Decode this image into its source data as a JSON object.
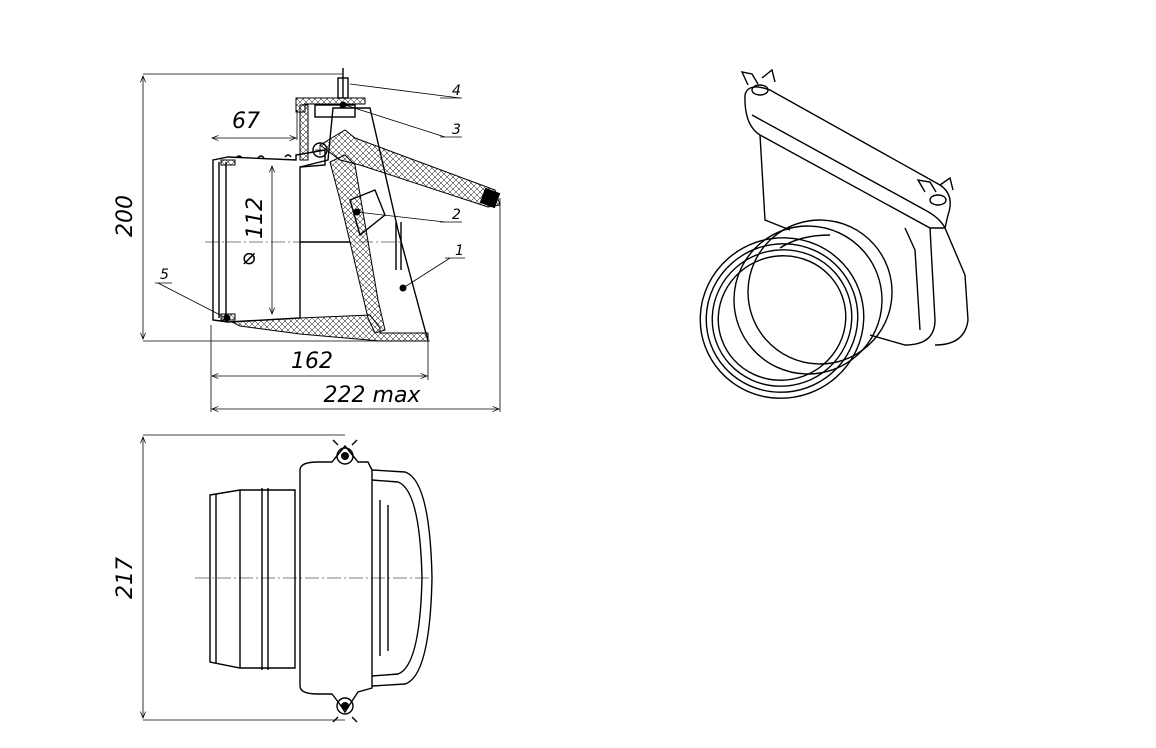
{
  "dimensions": {
    "height": "200",
    "socket_depth": "67",
    "diameter_symbol": "⌀",
    "diameter": "112",
    "length": "162",
    "length_max": "222 max",
    "width": "217"
  },
  "callouts": [
    "1",
    "2",
    "3",
    "4",
    "5"
  ],
  "colors": {
    "line": "#000000",
    "background": "#ffffff"
  }
}
